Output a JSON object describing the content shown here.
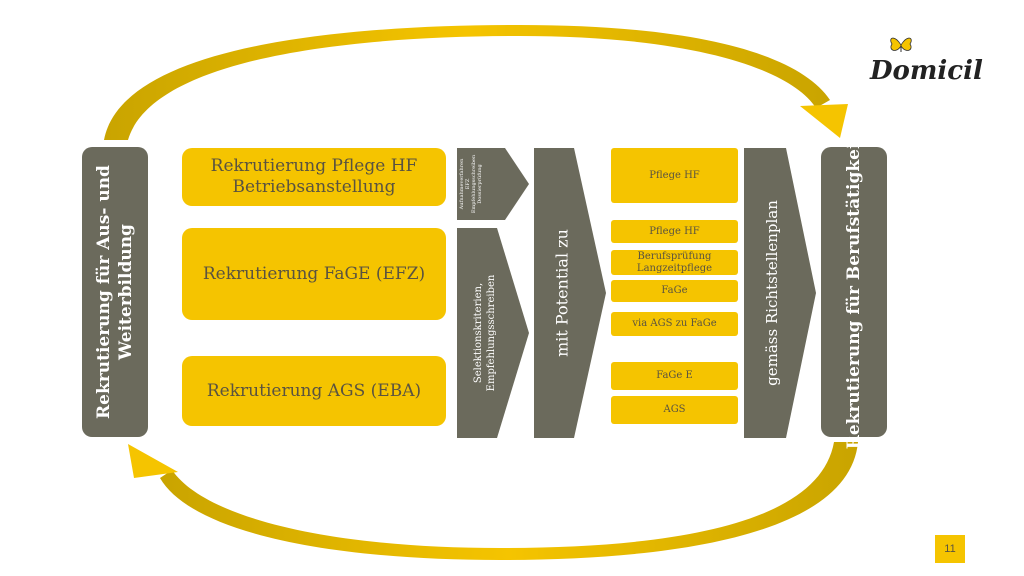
{
  "logo": {
    "text": "Domicil"
  },
  "left_column": {
    "line1": "Rekrutierung für Aus- und",
    "line2": "Weiterbildung"
  },
  "right_column": {
    "label": "Rekrutierung für Berufstätigkeit"
  },
  "yellow_boxes": {
    "pflege_hf_line1": "Rekrutierung Pflege HF",
    "pflege_hf_line2": "Betriebsanstellung",
    "fage": "Rekrutierung FaGE (EFZ)",
    "ags": "Rekrutierung AGS (EBA)"
  },
  "small_arrow_top": {
    "line1": "Aufnahmeverfahren",
    "line2": "EFZ",
    "line3": "Empfehlungsschreiben",
    "line4": "Dossierprüfung"
  },
  "small_arrow_bottom": {
    "line1": "Selektionskriterien,",
    "line2": "Empfehlungsschreiben"
  },
  "big_arrow_1": {
    "label": "mit Potential zu"
  },
  "big_arrow_2": {
    "label": "gemäss Richtstellenplan"
  },
  "result_boxes": {
    "b1": "Pflege HF",
    "b2": "Pflege HF",
    "b3_line1": "Berufsprüfung",
    "b3_line2": "Langzeitpflege",
    "b4": "FaGe",
    "b5": "via AGS zu FaGe",
    "b6": "FaGe E",
    "b7": "AGS"
  },
  "page_number": "11",
  "colors": {
    "gray": "#6b6a5c",
    "yellow": "#f5c400",
    "gold": "#c9a400"
  }
}
